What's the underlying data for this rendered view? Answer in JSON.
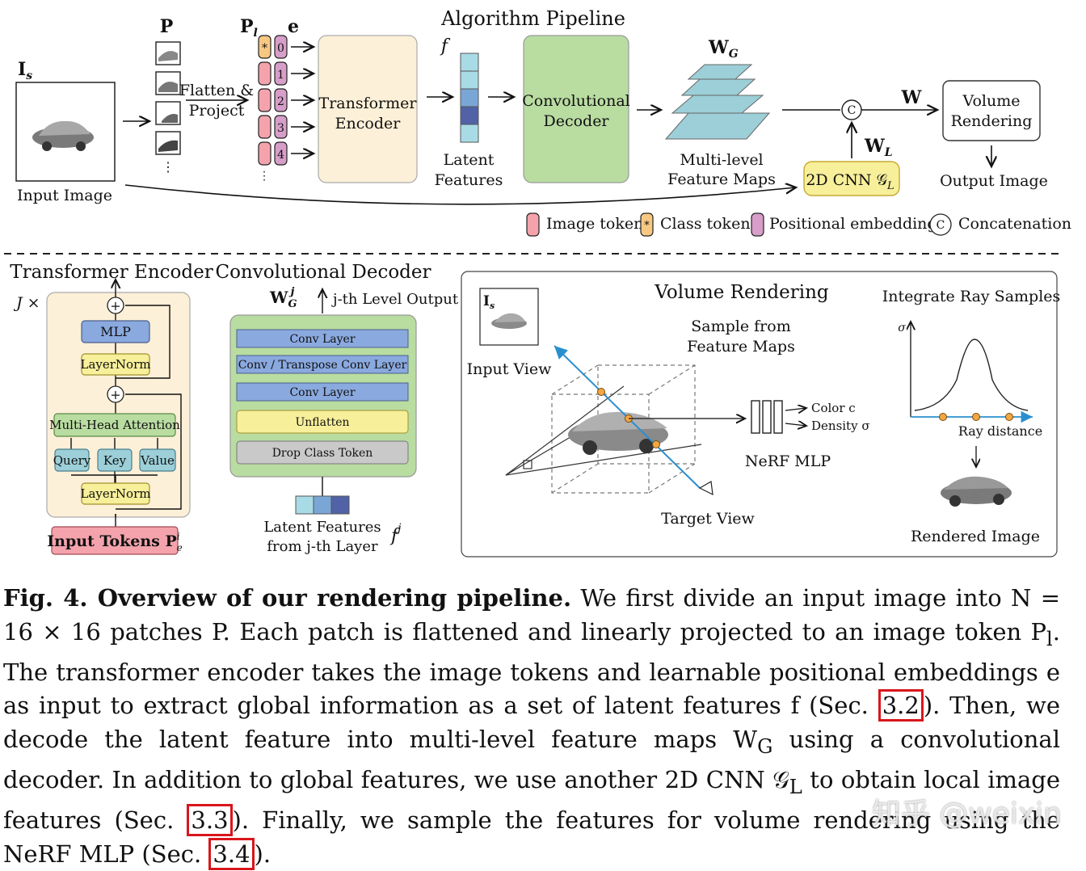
{
  "top": {
    "title": "Algorithm Pipeline",
    "input_label_sym": "I",
    "input_label_sub": "s",
    "input_caption": "Input Image",
    "patches_label": "P",
    "flatten_label_1": "Flatten &",
    "flatten_label_2": "Project",
    "pl_label": "P",
    "pl_sub": "l",
    "e_label": "e",
    "token_star": "*",
    "pos_numbers": [
      "0",
      "1",
      "2",
      "3",
      "4"
    ],
    "encoder_label_1": "Transformer",
    "encoder_label_2": "Encoder",
    "f_label": "f",
    "latent_label_1": "Latent",
    "latent_label_2": "Features",
    "decoder_label_1": "Convolutional",
    "decoder_label_2": "Decoder",
    "wg_label": "W",
    "wg_sub": "G",
    "multilevel_1": "Multi-level",
    "multilevel_2": "Feature Maps",
    "concat_symbol": "C",
    "w_label": "W",
    "wl_label": "W",
    "wl_sub": "L",
    "cnn_label": "2D CNN 𝒢",
    "cnn_sub": "L",
    "volume_1": "Volume",
    "volume_2": "Rendering",
    "output_image": "Output Image",
    "legend_image_token": "Image token",
    "legend_class_token": "Class token",
    "legend_positional": "Positional embeddings",
    "legend_concat": "Concatenation"
  },
  "encoder_detail": {
    "title": "Transformer Encoder",
    "repeat": "J ×",
    "mlp": "MLP",
    "layernorm_1": "LayerNorm",
    "mha": "Multi-Head Attention",
    "query": "Query",
    "key": "Key",
    "value": "Value",
    "layernorm_2": "LayerNorm",
    "input_tokens": "Input Tokens P",
    "input_tokens_sup": "i",
    "input_tokens_sub": "e"
  },
  "decoder_detail": {
    "title": "Convolutional Decoder",
    "wgj": "W",
    "wgj_sub": "G",
    "wgj_sup": "j",
    "level_output": "j-th Level Output",
    "layers": [
      "Conv Layer",
      "Conv / Transpose Conv Layer",
      "Conv Layer",
      "Unflatten",
      "Drop Class Token"
    ],
    "latent_1": "Latent Features",
    "latent_2": "from j-th Layer",
    "fj": "f",
    "fj_sup": "j"
  },
  "volume_detail": {
    "title": "Volume Rendering",
    "is_label": "I",
    "is_sub": "s",
    "input_view": "Input View",
    "sample_1": "Sample from",
    "sample_2": "Feature Maps",
    "color": "Color c",
    "density": "Density σ",
    "nerf": "NeRF MLP",
    "target": "Target View",
    "integrate": "Integrate Ray Samples",
    "sigma": "σ",
    "ray_distance": "Ray distance",
    "rendered": "Rendered Image"
  },
  "caption": {
    "fig": "Fig. 4.",
    "bold_title": "Overview of our rendering pipeline.",
    "t1": "We first divide an input image into N = 16 × 16 patches P. Each patch is flattened and linearly projected to an image token P",
    "t1_sub": "l",
    "t2": ". The transformer encoder takes the image tokens and learnable positional embeddings e as input to extract global information as a set of latent features f (Sec.",
    "ref1": "3.2",
    "t3": "). Then, we decode the latent feature into multi-level feature maps W",
    "t3_sub": "G",
    "t4": " using a convolutional decoder. In addition to global features, we use another 2D CNN 𝒢",
    "t4_sub": "L",
    "t5": " to obtain local image features (Sec.",
    "ref2": "3.3",
    "t6": "). Finally, we sample the features for volume rendering using the NeRF MLP (Sec.",
    "ref3": "3.4",
    "t7": ")."
  },
  "watermark": "知乎 @weixin",
  "colors": {
    "encoder_bg": "#fdf0d8",
    "decoder_green": "#b9dca1",
    "token_pink": "#f4a3ac",
    "class_orange": "#f7c882",
    "pos_purple": "#d79ec9",
    "layer_blue": "#8aa9df",
    "layer_yellow": "#f7ef9a",
    "layer_gray": "#c9c9c9",
    "teal": "#9ccfd8",
    "ref_red": "#d8161b"
  }
}
